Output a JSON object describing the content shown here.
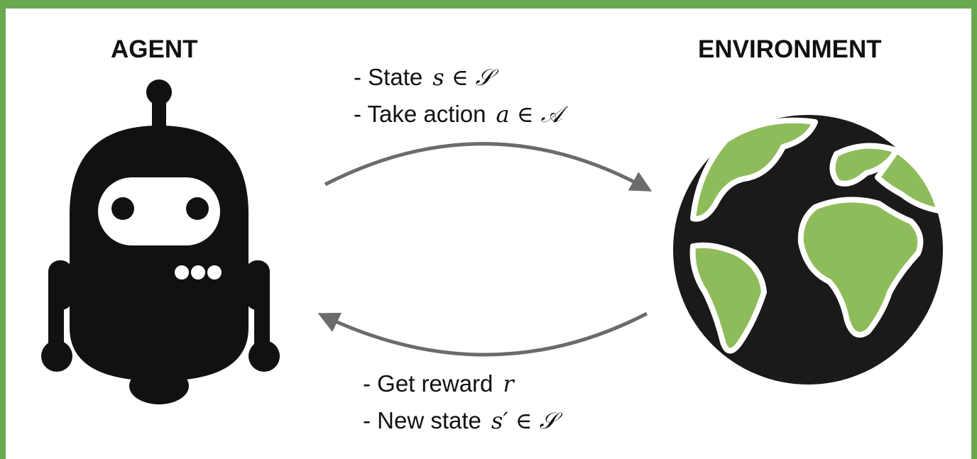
{
  "agent": {
    "title": "AGENT",
    "icon": "robot-icon"
  },
  "environment": {
    "title": "ENVIRONMENT",
    "icon": "globe-icon"
  },
  "top_arrow": {
    "lines": [
      {
        "text": "- State",
        "math": "s ∈ 𝒮"
      },
      {
        "text": "- Take action",
        "math": "a ∈ 𝒜"
      }
    ]
  },
  "bottom_arrow": {
    "lines": [
      {
        "text": "- Get reward",
        "math": "r"
      },
      {
        "text": "- New state",
        "math": "s′ ∈ 𝒮"
      }
    ]
  },
  "colors": {
    "frame": "#6aa84f",
    "land": "#8fbc5a",
    "ink": "#111111",
    "arrow": "#6b6b6b"
  }
}
